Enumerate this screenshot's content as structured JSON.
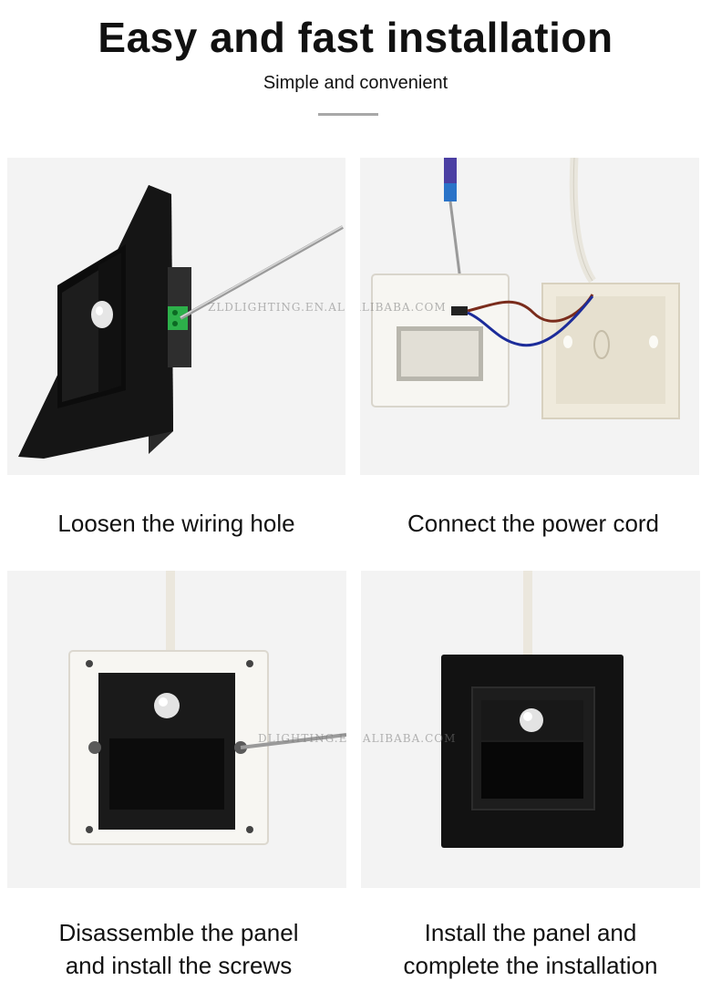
{
  "header": {
    "title": "Easy and fast installation",
    "subtitle": "Simple and convenient"
  },
  "steps": [
    {
      "caption": "Loosen the wiring hole"
    },
    {
      "caption": "Connect the power cord"
    },
    {
      "caption_line1": "Disassemble the panel",
      "caption_line2": "and install the screws"
    },
    {
      "caption_line1": "Install the panel and",
      "caption_line2": "complete the installation"
    }
  ],
  "watermarks": {
    "a": "ZLDLIGHTING.EN.ALIBABA.COM",
    "b": "DLIGHTING.EN.ALIBABA.COM"
  }
}
